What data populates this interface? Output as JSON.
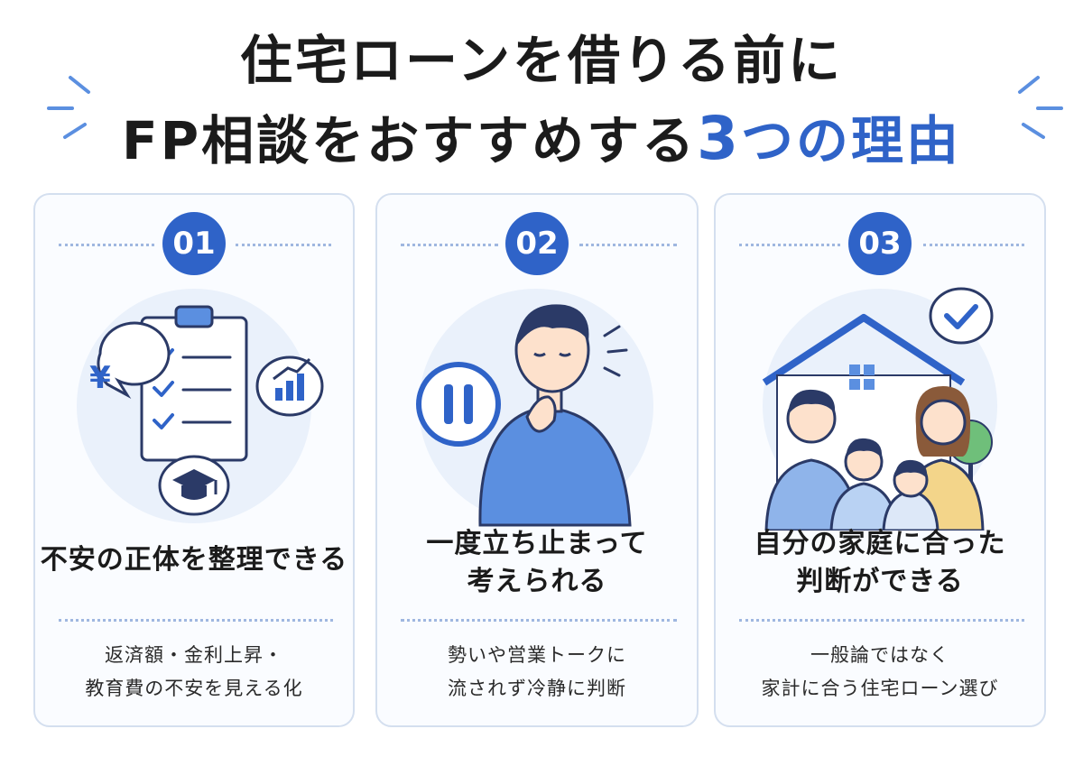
{
  "title": {
    "line1": "住宅ローンを借りる前に",
    "line2_prefix": "FP相談をおすすめする",
    "line2_number": "3",
    "line2_suffix": "つの理由"
  },
  "colors": {
    "accent": "#2f63c8",
    "card_border": "#d4dfef",
    "illustration_bg": "#eaf1fb"
  },
  "cards": [
    {
      "number": "01",
      "heading": [
        "不安の正体を整理できる"
      ],
      "body": [
        "返済額・金利上昇・",
        "教育費の不安を見える化"
      ],
      "icons": [
        "clipboard-checklist-icon",
        "yen-bubble-icon",
        "chart-bubble-icon",
        "graduation-cap-bubble-icon"
      ]
    },
    {
      "number": "02",
      "heading": [
        "一度立ち止まって",
        "考えられる"
      ],
      "body": [
        "勢いや営業トークに",
        "流されず冷静に判断"
      ],
      "icons": [
        "pause-icon",
        "thinking-man-icon"
      ]
    },
    {
      "number": "03",
      "heading": [
        "自分の家庭に合った",
        "判断ができる"
      ],
      "body": [
        "一般論ではなく",
        "家計に合う住宅ローン選び"
      ],
      "icons": [
        "house-icon",
        "family-icon",
        "checkmark-bubble-icon",
        "tree-icon"
      ]
    }
  ]
}
